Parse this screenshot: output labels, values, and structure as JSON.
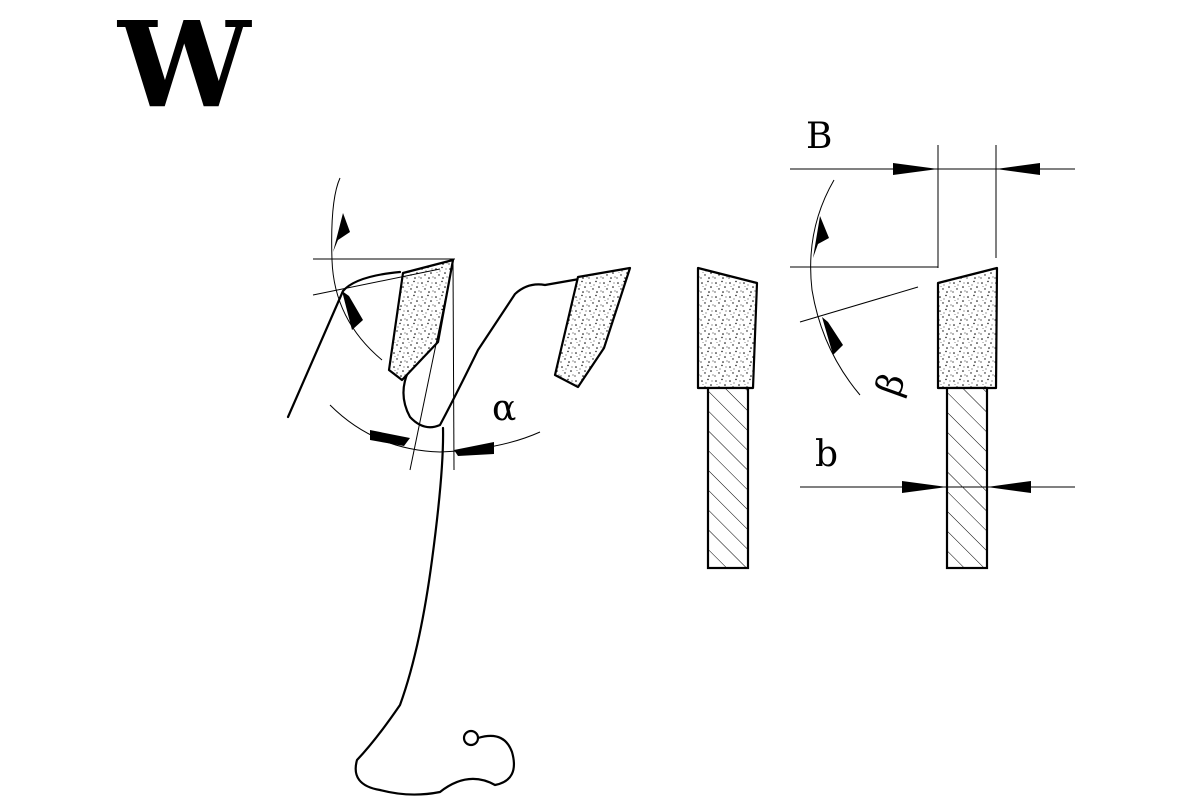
{
  "profile": {
    "code": "W"
  },
  "labels": {
    "alpha": "α",
    "beta": "β",
    "kerf": "B",
    "plate": "b"
  },
  "icons": {
    "tooth-profile": "saw-tooth-side-view",
    "tooth-cross-section": "flat-tooth-section",
    "tooth-bevel-section": "bevelled-tooth-section"
  }
}
